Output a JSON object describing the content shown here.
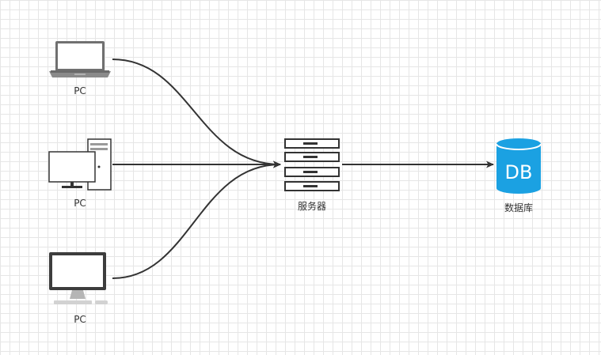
{
  "nodes": {
    "pc_laptop": {
      "label": "PC",
      "icon": "laptop-icon"
    },
    "pc_tower": {
      "label": "PC",
      "icon": "desktop-tower-icon"
    },
    "pc_imac": {
      "label": "PC",
      "icon": "imac-icon"
    },
    "server": {
      "label": "服务器",
      "icon": "server-rack-icon"
    },
    "database": {
      "label": "数据库",
      "icon": "database-icon",
      "text": "DB",
      "color": "#1ba1e2"
    }
  },
  "edges": [
    {
      "from": "pc_laptop",
      "to": "server"
    },
    {
      "from": "pc_tower",
      "to": "server"
    },
    {
      "from": "pc_imac",
      "to": "server"
    },
    {
      "from": "server",
      "to": "database"
    }
  ],
  "colors": {
    "edge": "#333333",
    "icon_dark": "#333333",
    "grid": "#e6e6e6"
  }
}
